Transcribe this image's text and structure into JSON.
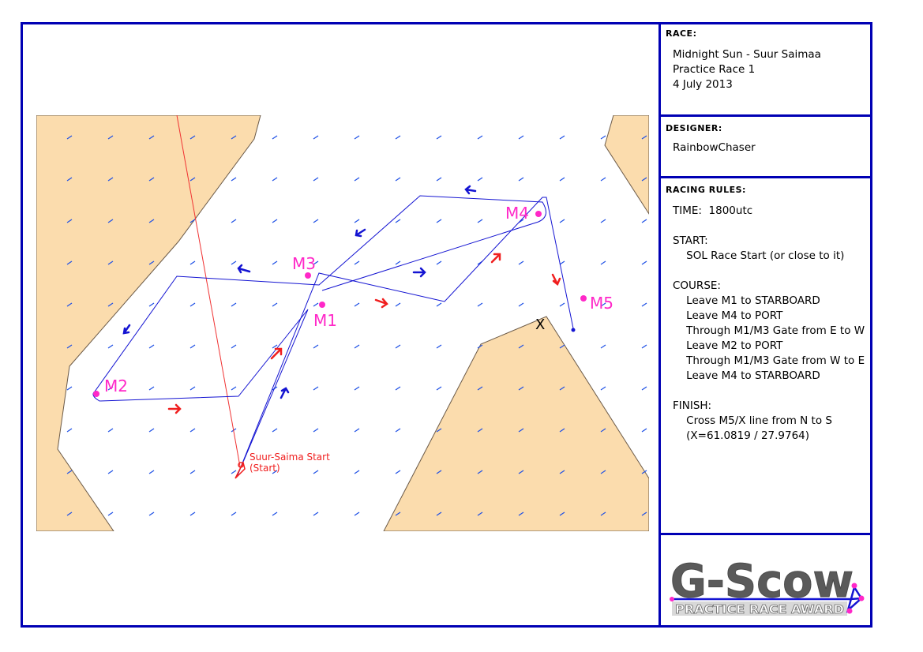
{
  "race": {
    "title": "RACE:",
    "lines": [
      "Midnight Sun - Suur Saimaa",
      "Practice Race 1",
      "4 July 2013"
    ]
  },
  "designer": {
    "title": "DESIGNER:",
    "name": "RainbowChaser"
  },
  "rules": {
    "title": "RACING RULES:",
    "lines": [
      "TIME:  1800utc",
      "",
      "START:",
      "    SOL Race Start (or close to it)",
      "",
      "COURSE:",
      "    Leave M1 to STARBOARD",
      "    Leave M4 to PORT",
      "    Through M1/M3 Gate from E to W",
      "    Leave M2 to PORT",
      "    Through M1/M3 Gate from W to E",
      "    Leave M4 to STARBOARD",
      "",
      "FINISH:",
      "    Cross M5/X line from N to S",
      "    (X=61.0819 / 27.9764)"
    ]
  },
  "map": {
    "marks": [
      {
        "label": "M1"
      },
      {
        "label": "M2"
      },
      {
        "label": "M3"
      },
      {
        "label": "M4"
      },
      {
        "label": "M5"
      }
    ],
    "start_label_line1": "Suur-Saima Start",
    "start_label_line2": "(Start)",
    "finish_marker": "X",
    "colors": {
      "land": "#fbdcad",
      "water": "#ffffff",
      "course_line": "#1414d2",
      "wind_arrow": "#1e50e6",
      "mark": "#ff28c8",
      "start": "#f02828",
      "arrow_red": "#f01e1e",
      "arrow_blue": "#1414d2"
    }
  },
  "logo": {
    "title": "G-Scow",
    "subtitle": "PRACTICE RACE AWARD",
    "colors": {
      "text": "#5a5a5a",
      "accent": "#ff28c8",
      "line": "#1414d2"
    }
  },
  "frame_color": "#0000b4"
}
